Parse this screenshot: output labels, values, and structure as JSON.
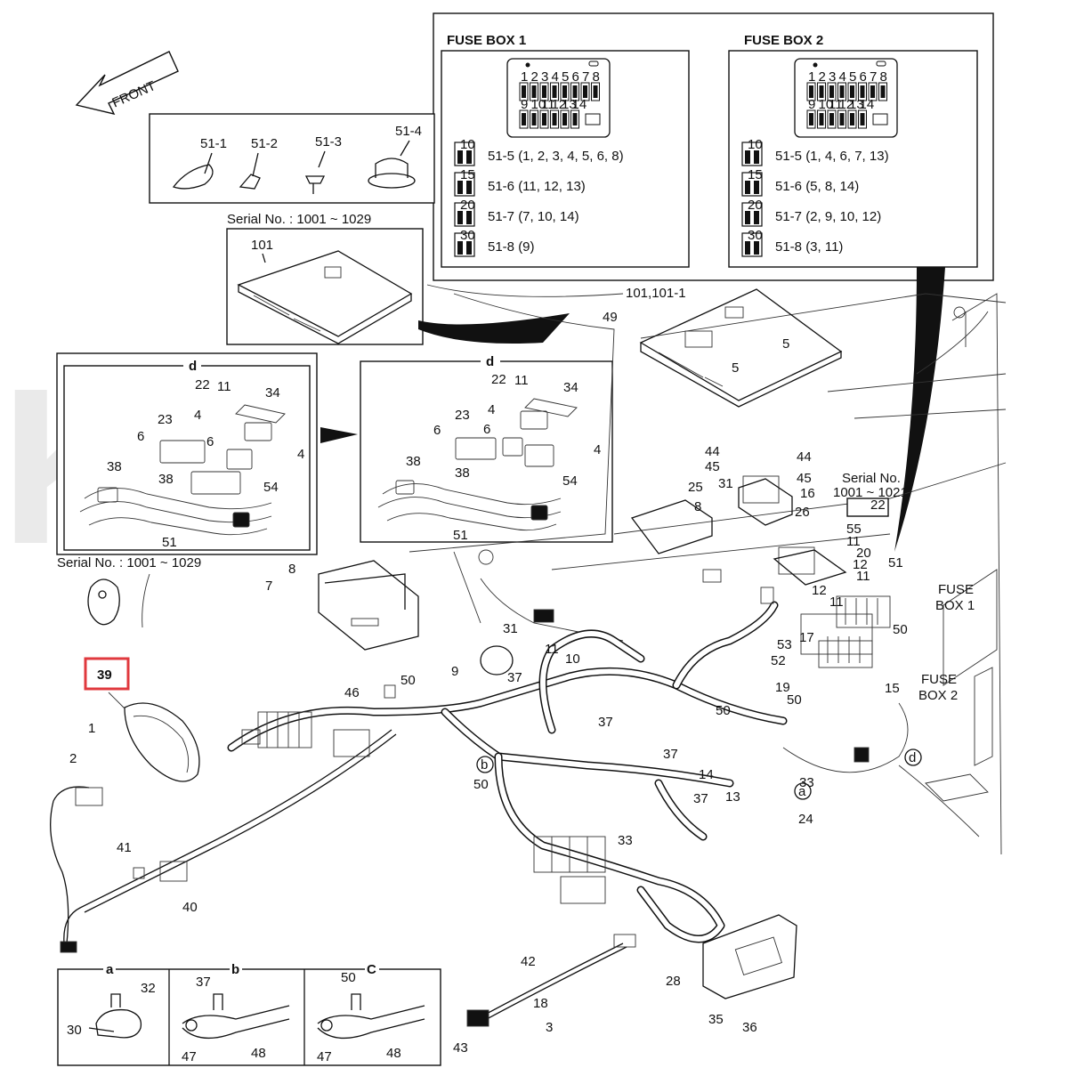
{
  "front_arrow": {
    "label": "FRONT"
  },
  "fuse_box_1": {
    "title": "FUSE BOX 1",
    "slot_numbers_top": [
      "1",
      "2",
      "3",
      "4",
      "5",
      "6",
      "7",
      "8"
    ],
    "slot_numbers_bottom": [
      "9",
      "10",
      "11",
      "12",
      "13",
      "14"
    ],
    "legend": [
      {
        "amp": "10",
        "text": "51-5 (1, 2, 3, 4, 5, 6, 8)"
      },
      {
        "amp": "15",
        "text": "51-6 (11, 12, 13)"
      },
      {
        "amp": "20",
        "text": "51-7 (7, 10, 14)"
      },
      {
        "amp": "30",
        "text": "51-8 (9)"
      }
    ]
  },
  "fuse_box_2": {
    "title": "FUSE BOX 2",
    "slot_numbers_top": [
      "1",
      "2",
      "3",
      "4",
      "5",
      "6",
      "7",
      "8"
    ],
    "slot_numbers_bottom": [
      "9",
      "10",
      "11",
      "12",
      "13",
      "14"
    ],
    "legend": [
      {
        "amp": "10",
        "text": "51-5 (1, 4, 6, 7, 13)"
      },
      {
        "amp": "15",
        "text": "51-6 (5, 8, 14)"
      },
      {
        "amp": "20",
        "text": "51-7 (2, 9, 10, 12)"
      },
      {
        "amp": "30",
        "text": "51-8 (3, 11)"
      }
    ]
  },
  "clips_inset": {
    "items": [
      "51-1",
      "51-2",
      "51-3",
      "51-4"
    ]
  },
  "serial_1001_1029_top": "Serial No. : 1001 ~ 1029",
  "serial_1001_1029_left": "Serial No. : 1001 ~ 1029",
  "serial_1001_1021": {
    "line1": "Serial No.",
    "line2": "1001 ~ 1021"
  },
  "ecu_inset_label": "101",
  "detail_d_left": {
    "title": "d",
    "labels": [
      "22",
      "11",
      "34",
      "4",
      "23",
      "6",
      "6",
      "4",
      "38",
      "38",
      "54",
      "51"
    ]
  },
  "detail_d_right": {
    "title": "d",
    "labels": [
      "22",
      "11",
      "34",
      "4",
      "23",
      "6",
      "6",
      "4",
      "38",
      "38",
      "54",
      "51"
    ]
  },
  "callout_d_main": "d",
  "fuse_box_callout_1": {
    "line1": "FUSE",
    "line2": "BOX 1"
  },
  "fuse_box_callout_2": {
    "line1": "FUSE",
    "line2": "BOX 2"
  },
  "highlighted_part": "39",
  "bottom_insets": {
    "a": {
      "title": "a",
      "labels": [
        "32",
        "30"
      ]
    },
    "b": {
      "title": "b",
      "labels": [
        "37",
        "47",
        "48"
      ]
    },
    "c": {
      "title": "C",
      "labels": [
        "50",
        "47",
        "48"
      ]
    }
  },
  "part_labels": [
    "101,101-1",
    "49",
    "5",
    "5",
    "44",
    "45",
    "44",
    "45",
    "25",
    "31",
    "16",
    "8",
    "26",
    "22",
    "55",
    "11",
    "20",
    "12",
    "11",
    "51",
    "12",
    "11",
    "50",
    "53",
    "17",
    "52",
    "15",
    "19",
    "50",
    "50",
    "7",
    "8",
    "9",
    "31",
    "11",
    "10",
    "37",
    "50",
    "46",
    "39",
    "1",
    "2",
    "37",
    "33",
    "37",
    "50",
    "33",
    "37",
    "14",
    "13",
    "a",
    "24",
    "b",
    "41",
    "40",
    "42",
    "18",
    "3",
    "43",
    "28",
    "35",
    "36",
    "22",
    "50",
    "8"
  ],
  "circle_callouts": [
    "a",
    "b",
    "d"
  ]
}
